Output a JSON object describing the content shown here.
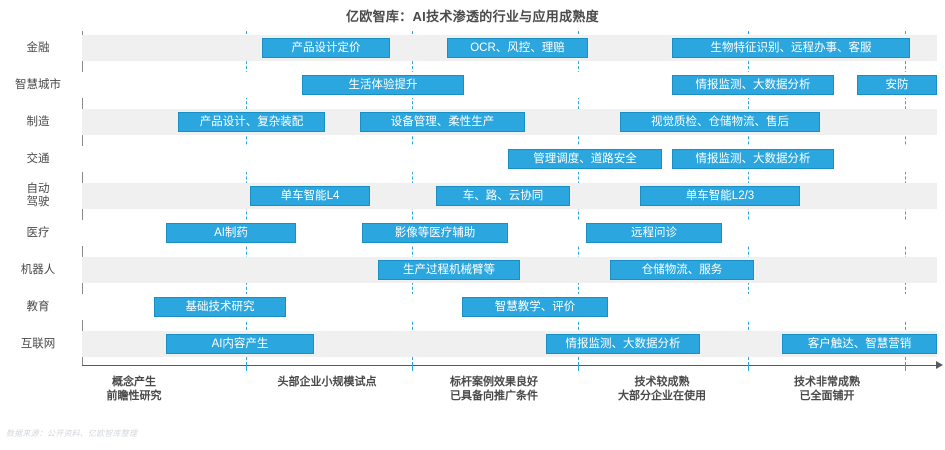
{
  "title": "亿欧智库：AI技术渗透的行业与应用成熟度",
  "footer": "数据来源：公开资料、亿欧智库整理",
  "colors": {
    "bar_fill": "#2ba6de",
    "bar_border": "#1a8fc4",
    "band_shaded": "#f0f0f0",
    "band_plain": "#ffffff",
    "gridline": "#2ba6de",
    "text": "#4a4a4a"
  },
  "chart_data": {
    "type": "bar",
    "title": "亿欧智库：AI技术渗透的行业与应用成熟度",
    "xlabel": "",
    "ylabel": "",
    "grid": true,
    "legend": "none",
    "x_stage_labels": [
      "概念产生\n前瞻性研究",
      "头部企业小规模试点",
      "标杆案例效果良好\n已具备向推广条件",
      "技术较成熟\n大部分企业在使用",
      "技术非常成熟\n已全面铺开"
    ],
    "categories": [
      "金融",
      "智慧城市",
      "制造",
      "交通",
      "自动驾驶",
      "医疗",
      "机器人",
      "教育",
      "互联网"
    ],
    "rows": [
      {
        "label": "金融",
        "bars": [
          {
            "text": "产品设计定价",
            "start": 180,
            "end": 308
          },
          {
            "text": "OCR、风控、理赔",
            "start": 365,
            "end": 506
          },
          {
            "text": "生物特征识别、远程办事、客服",
            "start": 590,
            "end": 828
          }
        ]
      },
      {
        "label": "智慧城市",
        "bars": [
          {
            "text": "生活体验提升",
            "start": 220,
            "end": 382
          },
          {
            "text": "情报监测、大数据分析",
            "start": 590,
            "end": 752
          },
          {
            "text": "安防",
            "start": 775,
            "end": 855
          }
        ]
      },
      {
        "label": "制造",
        "bars": [
          {
            "text": "产品设计、复杂装配",
            "start": 96,
            "end": 243
          },
          {
            "text": "设备管理、柔性生产",
            "start": 278,
            "end": 443
          },
          {
            "text": "视觉质检、仓储物流、售后",
            "start": 538,
            "end": 738
          }
        ]
      },
      {
        "label": "交通",
        "bars": [
          {
            "text": "管理调度、道路安全",
            "start": 426,
            "end": 580
          },
          {
            "text": "情报监测、大数据分析",
            "start": 590,
            "end": 752
          }
        ]
      },
      {
        "label": "自动\n驾驶",
        "label_lines": [
          "自动",
          "驾驶"
        ],
        "bars": [
          {
            "text": "单车智能L4",
            "start": 168,
            "end": 288
          },
          {
            "text": "车、路、云协同",
            "start": 354,
            "end": 488
          },
          {
            "text": "单车智能L2/3",
            "start": 558,
            "end": 718
          }
        ]
      },
      {
        "label": "医疗",
        "bars": [
          {
            "text": "AI制药",
            "start": 84,
            "end": 214
          },
          {
            "text": "影像等医疗辅助",
            "start": 280,
            "end": 426
          },
          {
            "text": "远程问诊",
            "start": 504,
            "end": 640
          }
        ]
      },
      {
        "label": "机器人",
        "bars": [
          {
            "text": "生产过程机械臂等",
            "start": 296,
            "end": 438
          },
          {
            "text": "仓储物流、服务",
            "start": 528,
            "end": 672
          }
        ]
      },
      {
        "label": "教育",
        "bars": [
          {
            "text": "基础技术研究",
            "start": 72,
            "end": 204
          },
          {
            "text": "智慧教学、评价",
            "start": 380,
            "end": 526
          }
        ]
      },
      {
        "label": "互联网",
        "bars": [
          {
            "text": "AI内容产生",
            "start": 84,
            "end": 232
          },
          {
            "text": "情报监测、大数据分析",
            "start": 464,
            "end": 618
          },
          {
            "text": "客户触达、智慧营销",
            "start": 700,
            "end": 855
          }
        ]
      }
    ],
    "gridline_positions": [
      164,
      330,
      496,
      666,
      823
    ],
    "stage_label_centers": [
      52,
      245,
      412,
      580,
      745
    ]
  }
}
